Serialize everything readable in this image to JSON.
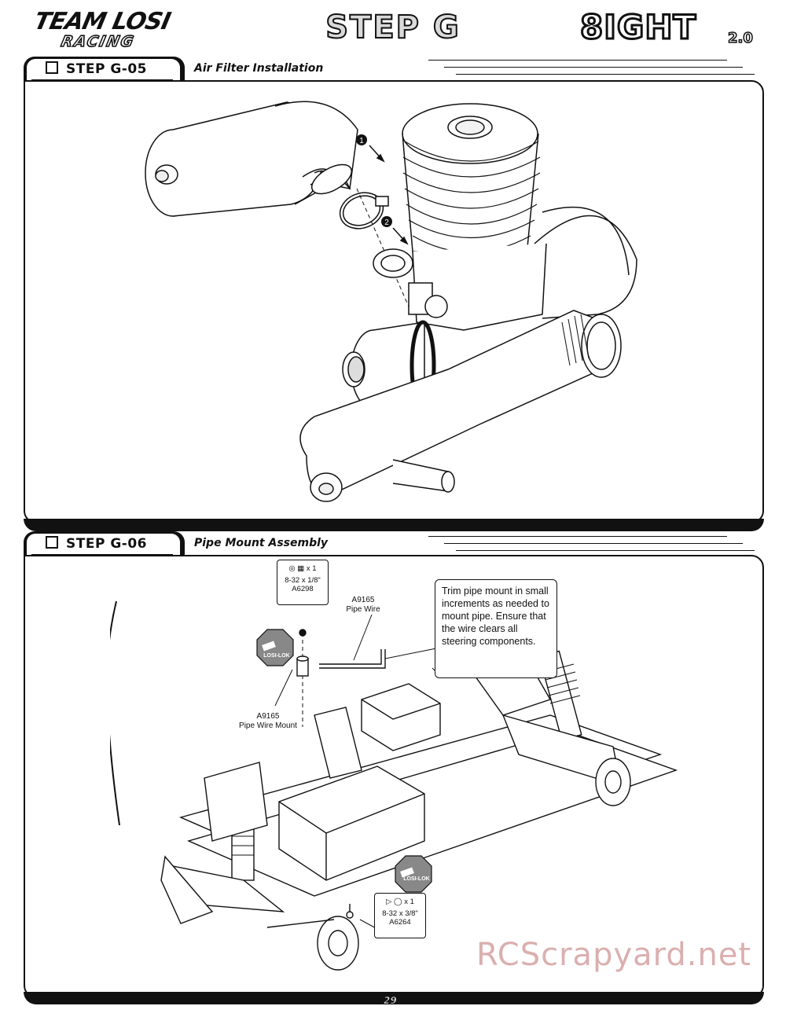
{
  "header": {
    "logo_team_line1": "TEAM LOSI",
    "logo_team_line2": "RACING",
    "title": "STEP G",
    "logo_eight_main": "8IGHT",
    "logo_eight_sub": "2.0"
  },
  "steps": [
    {
      "label": "STEP G-05",
      "description": "Air Filter Installation",
      "markers": [
        "1",
        "2"
      ]
    },
    {
      "label": "STEP G-06",
      "description": "Pipe Mount Assembly",
      "parts": [
        {
          "qty": "x 1",
          "size": "8-32 x 1/8\"",
          "part_no": "A6298"
        },
        {
          "qty": "x 1",
          "size": "8-32 x 3/8\"",
          "part_no": "A6264"
        }
      ],
      "callouts": {
        "pipe_wire_no": "A9165",
        "pipe_wire_label": "Pipe Wire",
        "pipe_wire_mount_no": "A9165",
        "pipe_wire_mount_label": "Pipe Wire Mount"
      },
      "note": "Trim pipe mount in small increments as needed to mount pipe. Ensure that the wire clears all steering components.",
      "badge": "LOSI-LOK"
    }
  ],
  "footer": {
    "page_number": "29",
    "watermark": "RCScrapyard.net"
  }
}
